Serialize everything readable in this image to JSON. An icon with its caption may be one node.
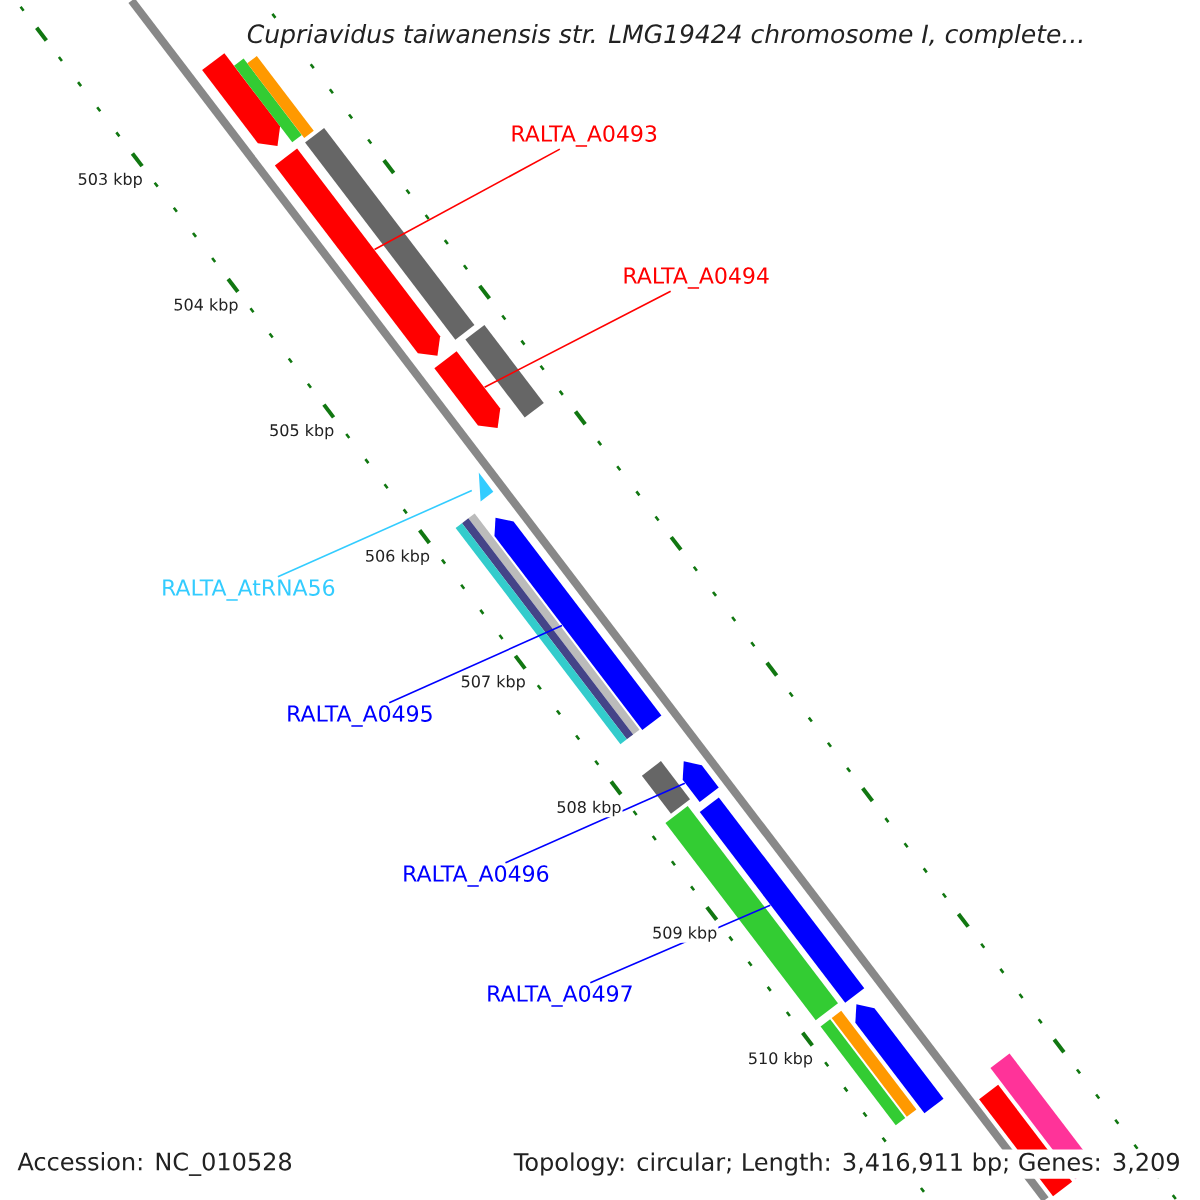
{
  "diagram": {
    "title": "Cupriavidus taiwanensis str. LMG19424 chromosome I, complete...",
    "nodes": [
      {
        "text": [
          "RALTA_A0493"
        ]
      },
      {
        "text": [
          "RALTA_A0494"
        ]
      },
      {
        "text": [
          "RALTA_AtRNA56"
        ]
      },
      {
        "text": [
          "RALTA_A0495"
        ]
      },
      {
        "text": [
          "RALTA_A0496"
        ]
      },
      {
        "text": [
          "RALTA_A0497"
        ]
      },
      {
        "text": [],
        "shape": "bar"
      },
      {
        "text": [],
        "shape": "bar"
      },
      {
        "text": [],
        "shape": "triangle"
      },
      {
        "text": [],
        "shape": "bar"
      },
      {
        "text": [],
        "shape": "bar"
      },
      {
        "text": [],
        "shape": "bar"
      }
    ],
    "edges": [
      {
        "from": 0,
        "to": 6,
        "arrow": "none",
        "color": "#ff0000"
      },
      {
        "from": 1,
        "to": 7,
        "arrow": "none",
        "color": "#ff0000"
      },
      {
        "from": 2,
        "to": 8,
        "arrow": "none",
        "color": "#33ccff"
      },
      {
        "from": 3,
        "to": 9,
        "arrow": "none",
        "color": "#0000ff"
      },
      {
        "from": 4,
        "to": 10,
        "arrow": "none",
        "color": "#0000ff"
      },
      {
        "from": 5,
        "to": 11,
        "arrow": "none",
        "color": "#0000ff"
      }
    ],
    "labels": [
      "503 kbp",
      "504 kbp",
      "505 kbp",
      "506 kbp",
      "507 kbp",
      "508 kbp",
      "509 kbp",
      "510 kbp",
      "Accession: NC_010528",
      "Topology: circular; Length: 3,416,911 bp; Genes: 3,209"
    ]
  }
}
